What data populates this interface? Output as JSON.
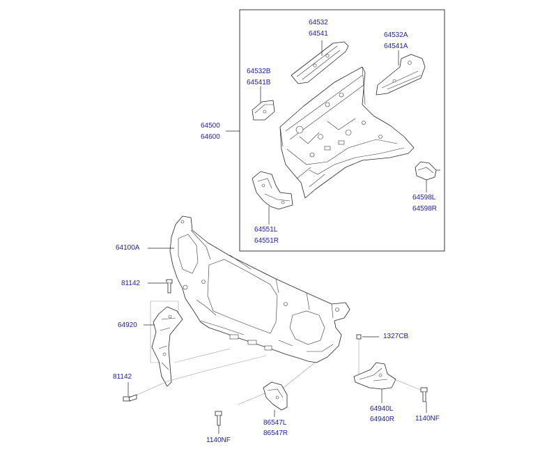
{
  "labels": {
    "cowl_upper": [
      "64532",
      "64541"
    ],
    "cowl_upper_a": [
      "64532A",
      "64541A"
    ],
    "cowl_bracket_b": [
      "64532B",
      "64541B"
    ],
    "dash_panel": [
      "64500",
      "64600"
    ],
    "dash_bracket": [
      "64598L",
      "64598R"
    ],
    "dash_side_member": [
      "64551L",
      "64551R"
    ],
    "radiator_support": [
      "64100A"
    ],
    "bolt_upper_left": [
      "81142"
    ],
    "stay_left": [
      "64920"
    ],
    "bolt_lower_left": [
      "81142"
    ],
    "clip_right": [
      "1327CB"
    ],
    "bracket_right": [
      "64940L",
      "64940R"
    ],
    "bolt_right": [
      "1140NF"
    ],
    "bracket_lower": [
      "86547L",
      "86547R"
    ],
    "bolt_lower": [
      "1140NF"
    ]
  },
  "colors": {
    "label_text": "#1a1aa6",
    "line_art": "#222222",
    "guide_lines": "#9a9a9a",
    "background": "#ffffff"
  }
}
